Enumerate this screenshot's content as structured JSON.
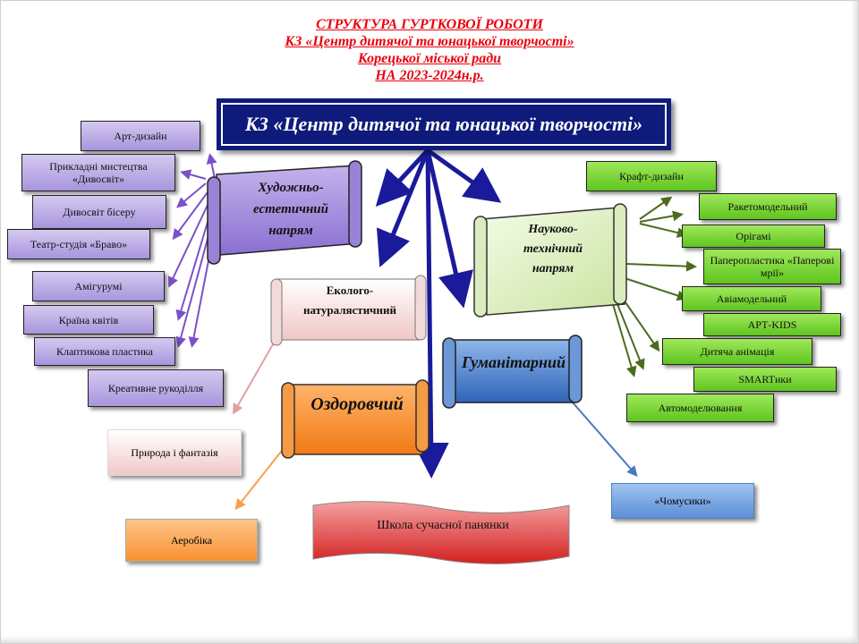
{
  "title": {
    "line1": "СТРУКТУРА ГУРТКОВОЇ РОБОТИ",
    "line2": "КЗ «Центр дитячої та юнацької творчості»",
    "line3": "Корецької міської ради",
    "line4": "НА 2023-2024н.р."
  },
  "center": "КЗ «Центр дитячої та юнацької творчості»",
  "directions": {
    "art": {
      "line1": "Художньо-",
      "line2": "естетичний",
      "line3": "напрям"
    },
    "tech": {
      "line1": "Науково-",
      "line2": "технічний",
      "line3": "напрям"
    },
    "eco": {
      "line1": "Еколого-",
      "line2": "натуралястичний"
    },
    "health": "Оздоровчий",
    "human": "Гуманітарний"
  },
  "art_clubs": [
    "Арт-дизайн",
    "Прикладні мистецтва «Дивосвіт»",
    "Дивосвіт бісеру",
    "Театр-студія «Браво»",
    "Амігурумі",
    "Країна квітів",
    "Клаптикова пластика",
    "Креативне рукоділля"
  ],
  "tech_clubs": [
    "Крафт-дизайн",
    "Ракетомодельний",
    "Орігамі",
    "Паперопластика «Паперові мрії»",
    "Авіамодельний",
    "АРТ-KIDS",
    "Дитяча анімація",
    "SMARTики",
    "Автомоделювання"
  ],
  "eco_clubs": [
    "Природа і фантазія"
  ],
  "health_clubs": [
    "Аеробіка"
  ],
  "human_clubs": [
    "«Чомусики»"
  ],
  "center_club": "Школа сучасної панянки",
  "colors": {
    "title": "#e8000b",
    "center": "#0e1b7a",
    "arrow": "#1a1a9a",
    "art": "#7a52c8",
    "tech": "#4c6b1f",
    "eco": "#e0a0a0",
    "health": "#f5a04a",
    "human": "#4a78c0"
  }
}
